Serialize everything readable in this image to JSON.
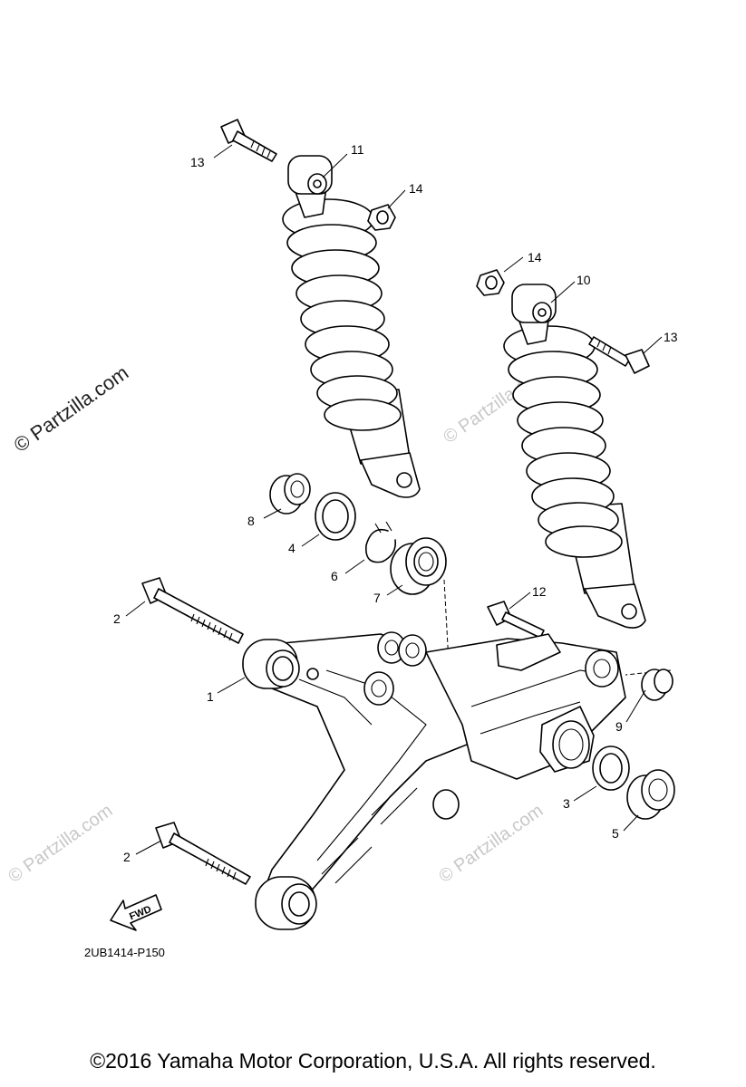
{
  "watermarks": {
    "side": "© Partzilla.com",
    "faint": "© Partzilla.com"
  },
  "callouts": [
    "1",
    "2",
    "2",
    "3",
    "4",
    "5",
    "6",
    "7",
    "8",
    "9",
    "10",
    "11",
    "12",
    "13",
    "13",
    "14",
    "14"
  ],
  "fwd_label": "FWD",
  "diagram_code": "2UB1414-P150",
  "copyright": "©2016 Yamaha Motor Corporation, U.S.A. All rights reserved."
}
